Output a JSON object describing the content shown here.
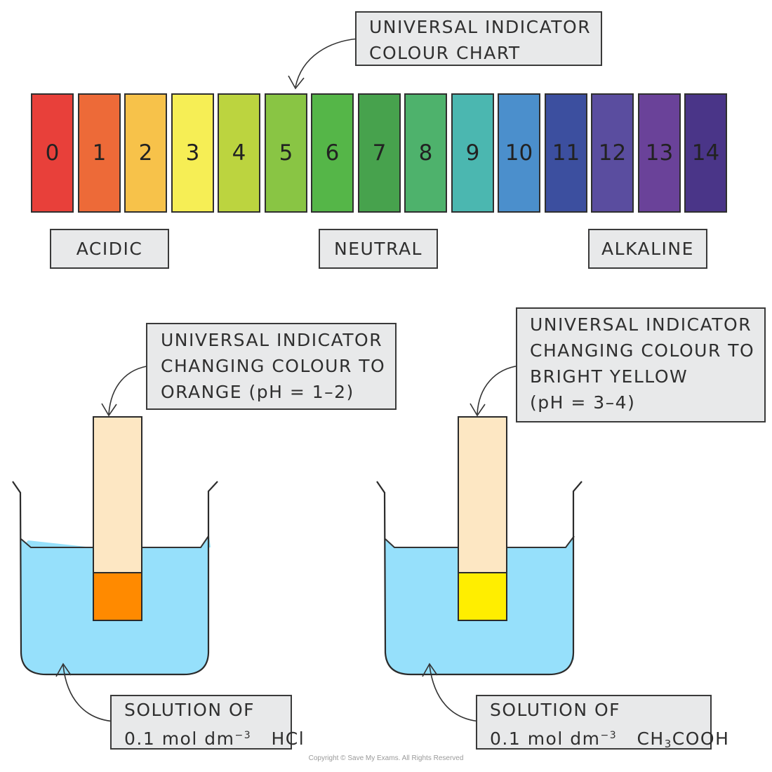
{
  "chart_label": {
    "line1": "UNIVERSAL  INDICATOR",
    "line2": "COLOUR   CHART"
  },
  "ph_scale": [
    {
      "value": "0",
      "color": "#e8403a"
    },
    {
      "value": "1",
      "color": "#ed6a38"
    },
    {
      "value": "2",
      "color": "#f7c24a"
    },
    {
      "value": "3",
      "color": "#f6ee55"
    },
    {
      "value": "4",
      "color": "#bcd43f"
    },
    {
      "value": "5",
      "color": "#89c544"
    },
    {
      "value": "6",
      "color": "#55b648"
    },
    {
      "value": "7",
      "color": "#47a24d"
    },
    {
      "value": "8",
      "color": "#4eb26c"
    },
    {
      "value": "9",
      "color": "#4bb7b0"
    },
    {
      "value": "10",
      "color": "#4b8fcc"
    },
    {
      "value": "11",
      "color": "#3c4f9f"
    },
    {
      "value": "12",
      "color": "#5a4d9f"
    },
    {
      "value": "13",
      "color": "#6a4299"
    },
    {
      "value": "14",
      "color": "#4a3588"
    }
  ],
  "categories": {
    "acidic": "ACIDIC",
    "neutral": "NEUTRAL",
    "alkaline": "ALKALINE"
  },
  "left_beaker": {
    "note_line1": "UNIVERSAL  INDICATOR",
    "note_line2": "CHANGING  COLOUR  TO",
    "note_line3": "ORANGE   (pH = 1–2)",
    "solution_line1": "SOLUTION  OF",
    "solution_conc": "0.1  mol dm",
    "solution_exp": "−3",
    "solution_acid": "HCl",
    "strip_color": "#ff8a00"
  },
  "right_beaker": {
    "note_line1": "UNIVERSAL  INDICATOR",
    "note_line2": "CHANGING  COLOUR  TO",
    "note_line3": "BRIGHT  YELLOW",
    "note_line4": "(pH = 3–4)",
    "solution_line1": "SOLUTION  OF",
    "solution_conc": "0.1  mol dm",
    "solution_exp": "−3",
    "solution_acid_a": "CH",
    "solution_acid_sub": "3",
    "solution_acid_b": "COOH",
    "strip_color": "#ffee00"
  },
  "colors": {
    "water": "#96e0fb",
    "strip_paper": "#fde7c3",
    "label_bg": "#e8e9ea"
  },
  "copyright": "Copyright © Save My Exams. All Rights Reserved"
}
